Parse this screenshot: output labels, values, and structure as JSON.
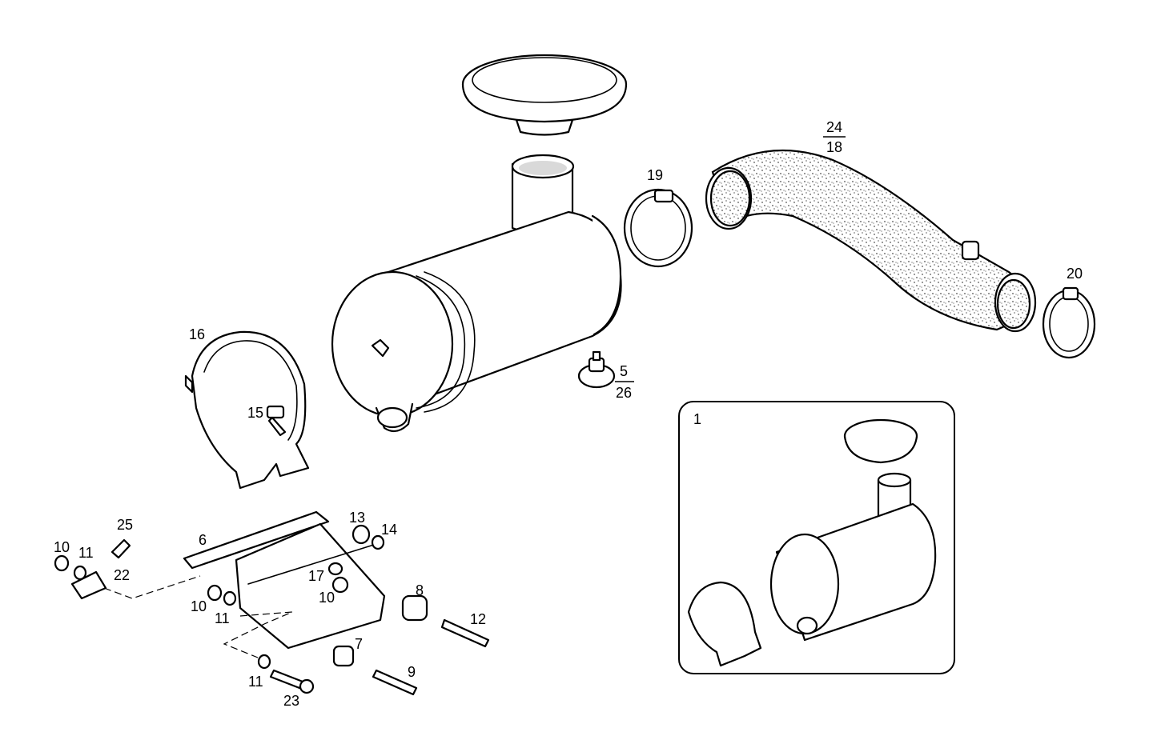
{
  "callouts": {
    "c1": "1",
    "c5": "5",
    "c26": "26",
    "c6": "6",
    "c7": "7",
    "c8": "8",
    "c9": "9",
    "c10a": "10",
    "c10b": "10",
    "c10c": "10",
    "c11a": "11",
    "c11b": "11",
    "c11c": "11",
    "c12": "12",
    "c13": "13",
    "c14": "14",
    "c15": "15",
    "c16": "16",
    "c17": "17",
    "c18": "18",
    "c19": "19",
    "c20": "20",
    "c22": "22",
    "c23": "23",
    "c24": "24",
    "c25": "25"
  },
  "icons": {
    "filter_cap": "air-filter-cap-icon",
    "filter_body": "air-filter-housing-icon",
    "hose": "intake-hose-icon",
    "clamp": "hose-clamp-icon",
    "bracket": "mounting-bracket-icon",
    "band": "retaining-band-icon"
  }
}
